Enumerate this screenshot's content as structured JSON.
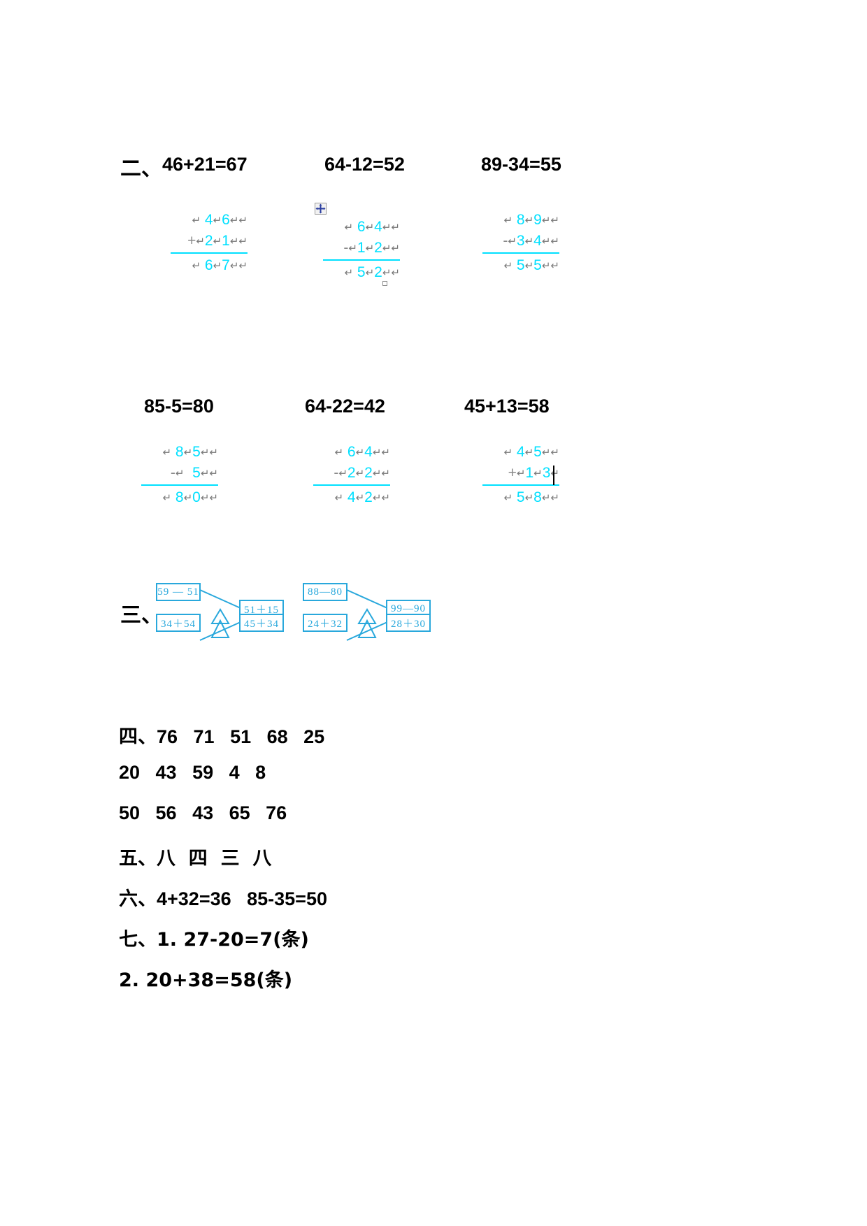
{
  "document": {
    "type": "math-answer-key-worksheet",
    "page_background": "#ffffff",
    "ink_color": "#00e0ff",
    "diagram_color": "#29a8dc",
    "text_color": "#000000"
  },
  "section_two": {
    "label": "二、",
    "row_one": [
      {
        "equation": "46+21=67",
        "operator": "+",
        "top": [
          "4",
          "6"
        ],
        "bottom": [
          "2",
          "1"
        ],
        "result": [
          "6",
          "7"
        ]
      },
      {
        "equation": "64-12=52",
        "operator": "-",
        "top": [
          "6",
          "4"
        ],
        "bottom": [
          "1",
          "2"
        ],
        "result": [
          "5",
          "2"
        ]
      },
      {
        "equation": "89-34=55",
        "operator": "-",
        "top": [
          "8",
          "9"
        ],
        "bottom": [
          "3",
          "4"
        ],
        "result": [
          "5",
          "5"
        ]
      }
    ],
    "row_two": [
      {
        "equation": "85-5=80",
        "operator": "-",
        "top": [
          "8",
          "5"
        ],
        "bottom": [
          "",
          "5"
        ],
        "result": [
          "8",
          "0"
        ]
      },
      {
        "equation": "64-22=42",
        "operator": "-",
        "top": [
          "6",
          "4"
        ],
        "bottom": [
          "2",
          "2"
        ],
        "result": [
          "4",
          "2"
        ]
      },
      {
        "equation": "45+13=58",
        "operator": "+",
        "top": [
          "4",
          "5"
        ],
        "bottom": [
          "1",
          "3"
        ],
        "result": [
          "5",
          "8"
        ]
      }
    ],
    "pilcrow_glyph": "↵",
    "table_move_handle_icon": "move-handle-icon",
    "resize_handle_icon": "resize-square-icon"
  },
  "section_three": {
    "label": "三、",
    "groups": [
      {
        "rows": [
          {
            "left": "59 — 51",
            "right": "51＋15",
            "tilt": "right-down"
          },
          {
            "left": "34＋54",
            "right": "45＋34",
            "tilt": "left-down"
          }
        ]
      },
      {
        "rows": [
          {
            "left": "88—80",
            "right": "99—90",
            "tilt": "right-down"
          },
          {
            "left": "24＋32",
            "right": "28＋30",
            "tilt": "left-down"
          }
        ]
      }
    ]
  },
  "section_four": {
    "label": "四、",
    "lines": [
      "76   71   51   68   25",
      "20   43   59   4   8",
      "50   56   43   65   76"
    ]
  },
  "section_five": {
    "label": "五、",
    "text": "八  四  三  八"
  },
  "section_six": {
    "label": "六、",
    "text": "4+32=36   85-35=50"
  },
  "section_seven": {
    "label": "七、",
    "items": [
      "1. 27-20=7(条)",
      "2. 20+38=58(条)"
    ]
  }
}
